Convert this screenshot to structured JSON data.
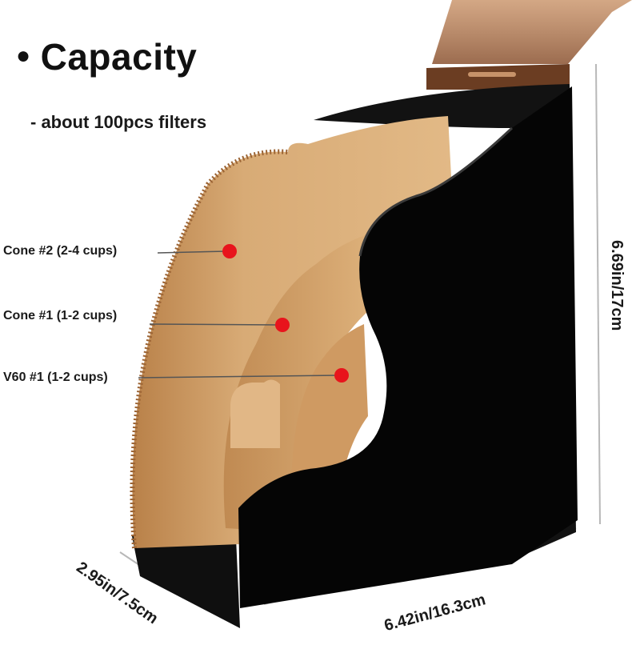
{
  "heading": {
    "bullet": "●",
    "title": "Capacity",
    "subtitle": "- about 100pcs filters"
  },
  "callouts": [
    {
      "label": "Cone #2 (2-4 cups)"
    },
    {
      "label": "Cone #1 (1-2 cups)"
    },
    {
      "label": "V60 #1 (1-2 cups)"
    }
  ],
  "dimensions": {
    "height": "6.69in/17cm",
    "depth": "2.95in/7.5cm",
    "width": "6.42in/16.3cm"
  },
  "colors": {
    "marker": "#e8141c",
    "holder": "#0a0a0a",
    "lid": "#a0663a",
    "filter_light": "#d9a974",
    "filter_dark": "#b57a44",
    "dimension_line": "#b8b8b8"
  }
}
